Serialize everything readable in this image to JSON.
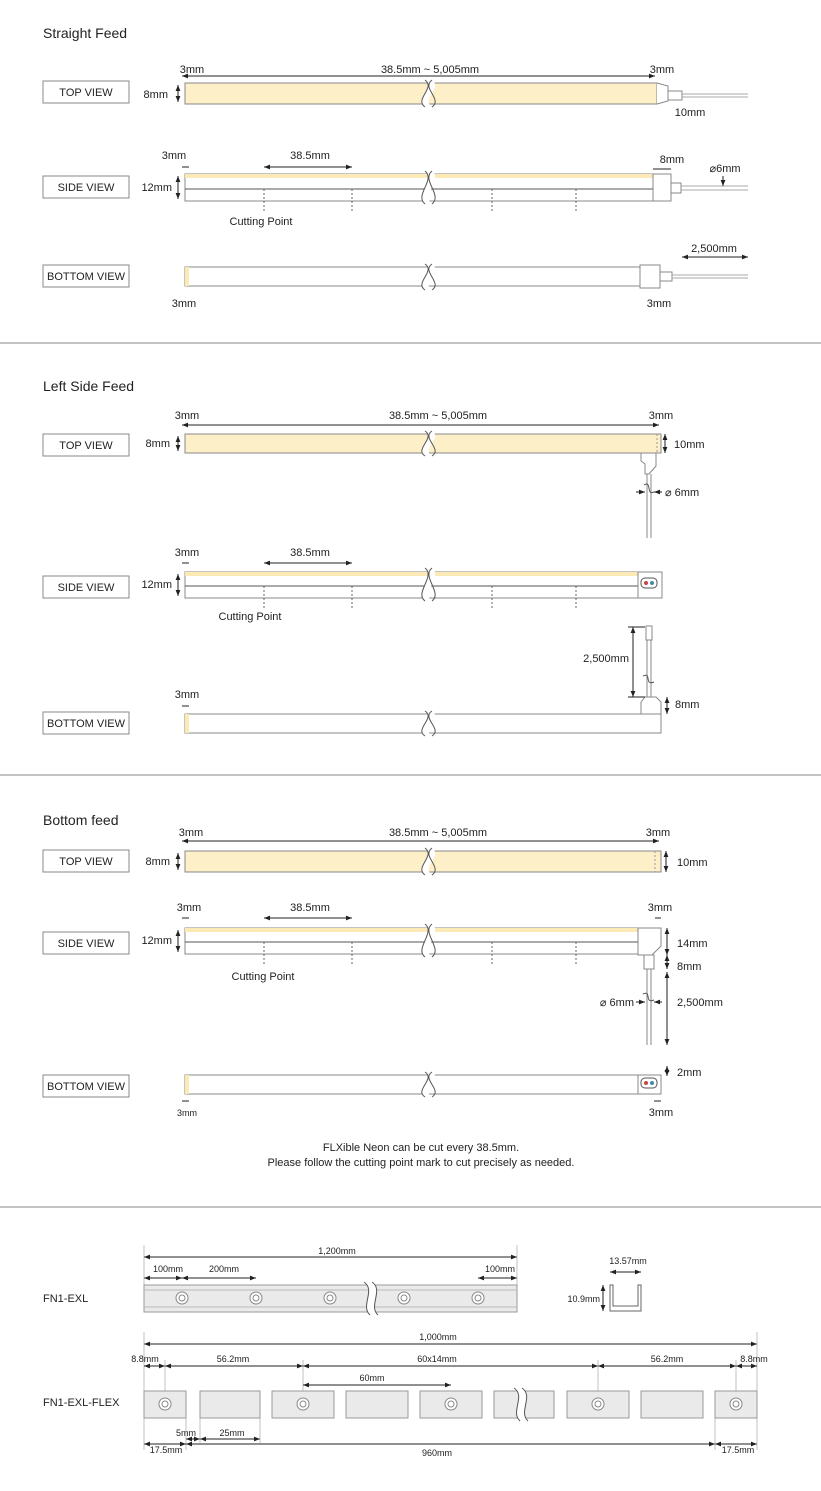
{
  "sections": [
    {
      "title": "Straight Feed",
      "views": [
        "TOP VIEW",
        "SIDE VIEW",
        "BOTTOM VIEW"
      ]
    },
    {
      "title": "Left Side Feed",
      "views": [
        "TOP VIEW",
        "SIDE VIEW",
        "BOTTOM VIEW"
      ]
    },
    {
      "title": "Bottom feed",
      "views": [
        "TOP VIEW",
        "SIDE VIEW",
        "BOTTOM VIEW"
      ]
    }
  ],
  "dims": {
    "d3mm": "3mm",
    "length": "38.5mm ~ 5,005mm",
    "d8mm": "8mm",
    "d10mm": "10mm",
    "d12mm": "12mm",
    "pitch": "38.5mm",
    "phi6": "⌀6mm",
    "phi6_spaced": "⌀ 6mm",
    "cable": "2,500mm",
    "d14mm": "14mm",
    "d2mm": "2mm",
    "cutting_point": "Cutting Point"
  },
  "note": {
    "line1": "FLXible Neon can be cut every 38.5mm.",
    "line2": "Please follow the cutting point mark to cut precisely as needed."
  },
  "accessories": {
    "exl": {
      "name": "FN1-EXL",
      "total": "1,200mm",
      "left": "100mm",
      "pitch": "200mm",
      "right": "100mm",
      "width": "13.57mm",
      "height": "10.9mm"
    },
    "flex": {
      "name": "FN1-EXL-FLEX",
      "total": "1,000mm",
      "edge": "8.8mm",
      "seg": "56.2mm",
      "slot": "60x14mm",
      "pitch": "60mm",
      "gap": "5mm",
      "tab": "25mm",
      "end": "17.5mm",
      "inner": "960mm"
    }
  }
}
